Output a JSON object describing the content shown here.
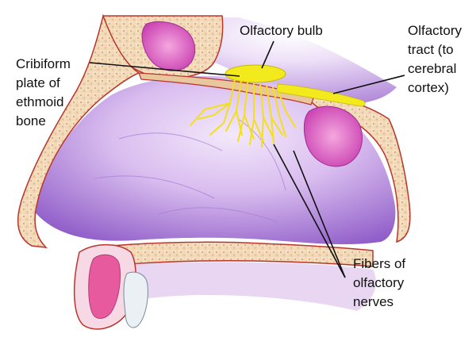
{
  "labels": {
    "olfactory_bulb": [
      "Olfactory bulb"
    ],
    "cribriform_plate": [
      "Cribiform",
      "plate of",
      "ethmoid",
      "bone"
    ],
    "olfactory_tract": [
      "Olfactory",
      "tract (to",
      "cerebral",
      "cortex)"
    ],
    "olfactory_nerve_fibers": [
      "Fibers of",
      "olfactory",
      "nerves"
    ]
  },
  "colors": {
    "nasal_cavity": "#c9a3e3",
    "nasal_cavity_dark": "#8f5cc8",
    "brain_region": "#b48ad9",
    "bone": "#f3dcc0",
    "bone_outline": "#b9352b",
    "cartilage_pink": "#e85a9e",
    "nerve_yellow": "#f3ea1d",
    "leader_line": "#111111"
  }
}
